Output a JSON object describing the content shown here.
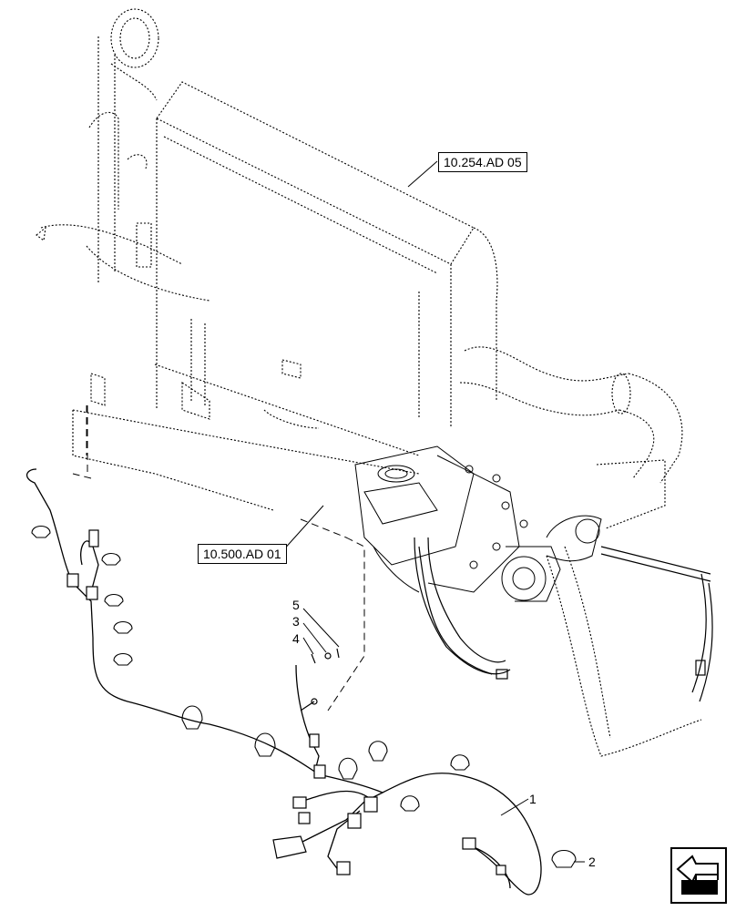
{
  "references": {
    "frame_ref": "10.254.AD 05",
    "hydraulic_ref": "10.500.AD 01"
  },
  "callouts": {
    "item_1": "1",
    "item_2": "2",
    "item_3": "3",
    "item_4": "4",
    "item_5": "5"
  },
  "icons": {
    "navigation": "previous-page-arrow-icon"
  },
  "colors": {
    "line": "#000000",
    "background": "#ffffff"
  }
}
